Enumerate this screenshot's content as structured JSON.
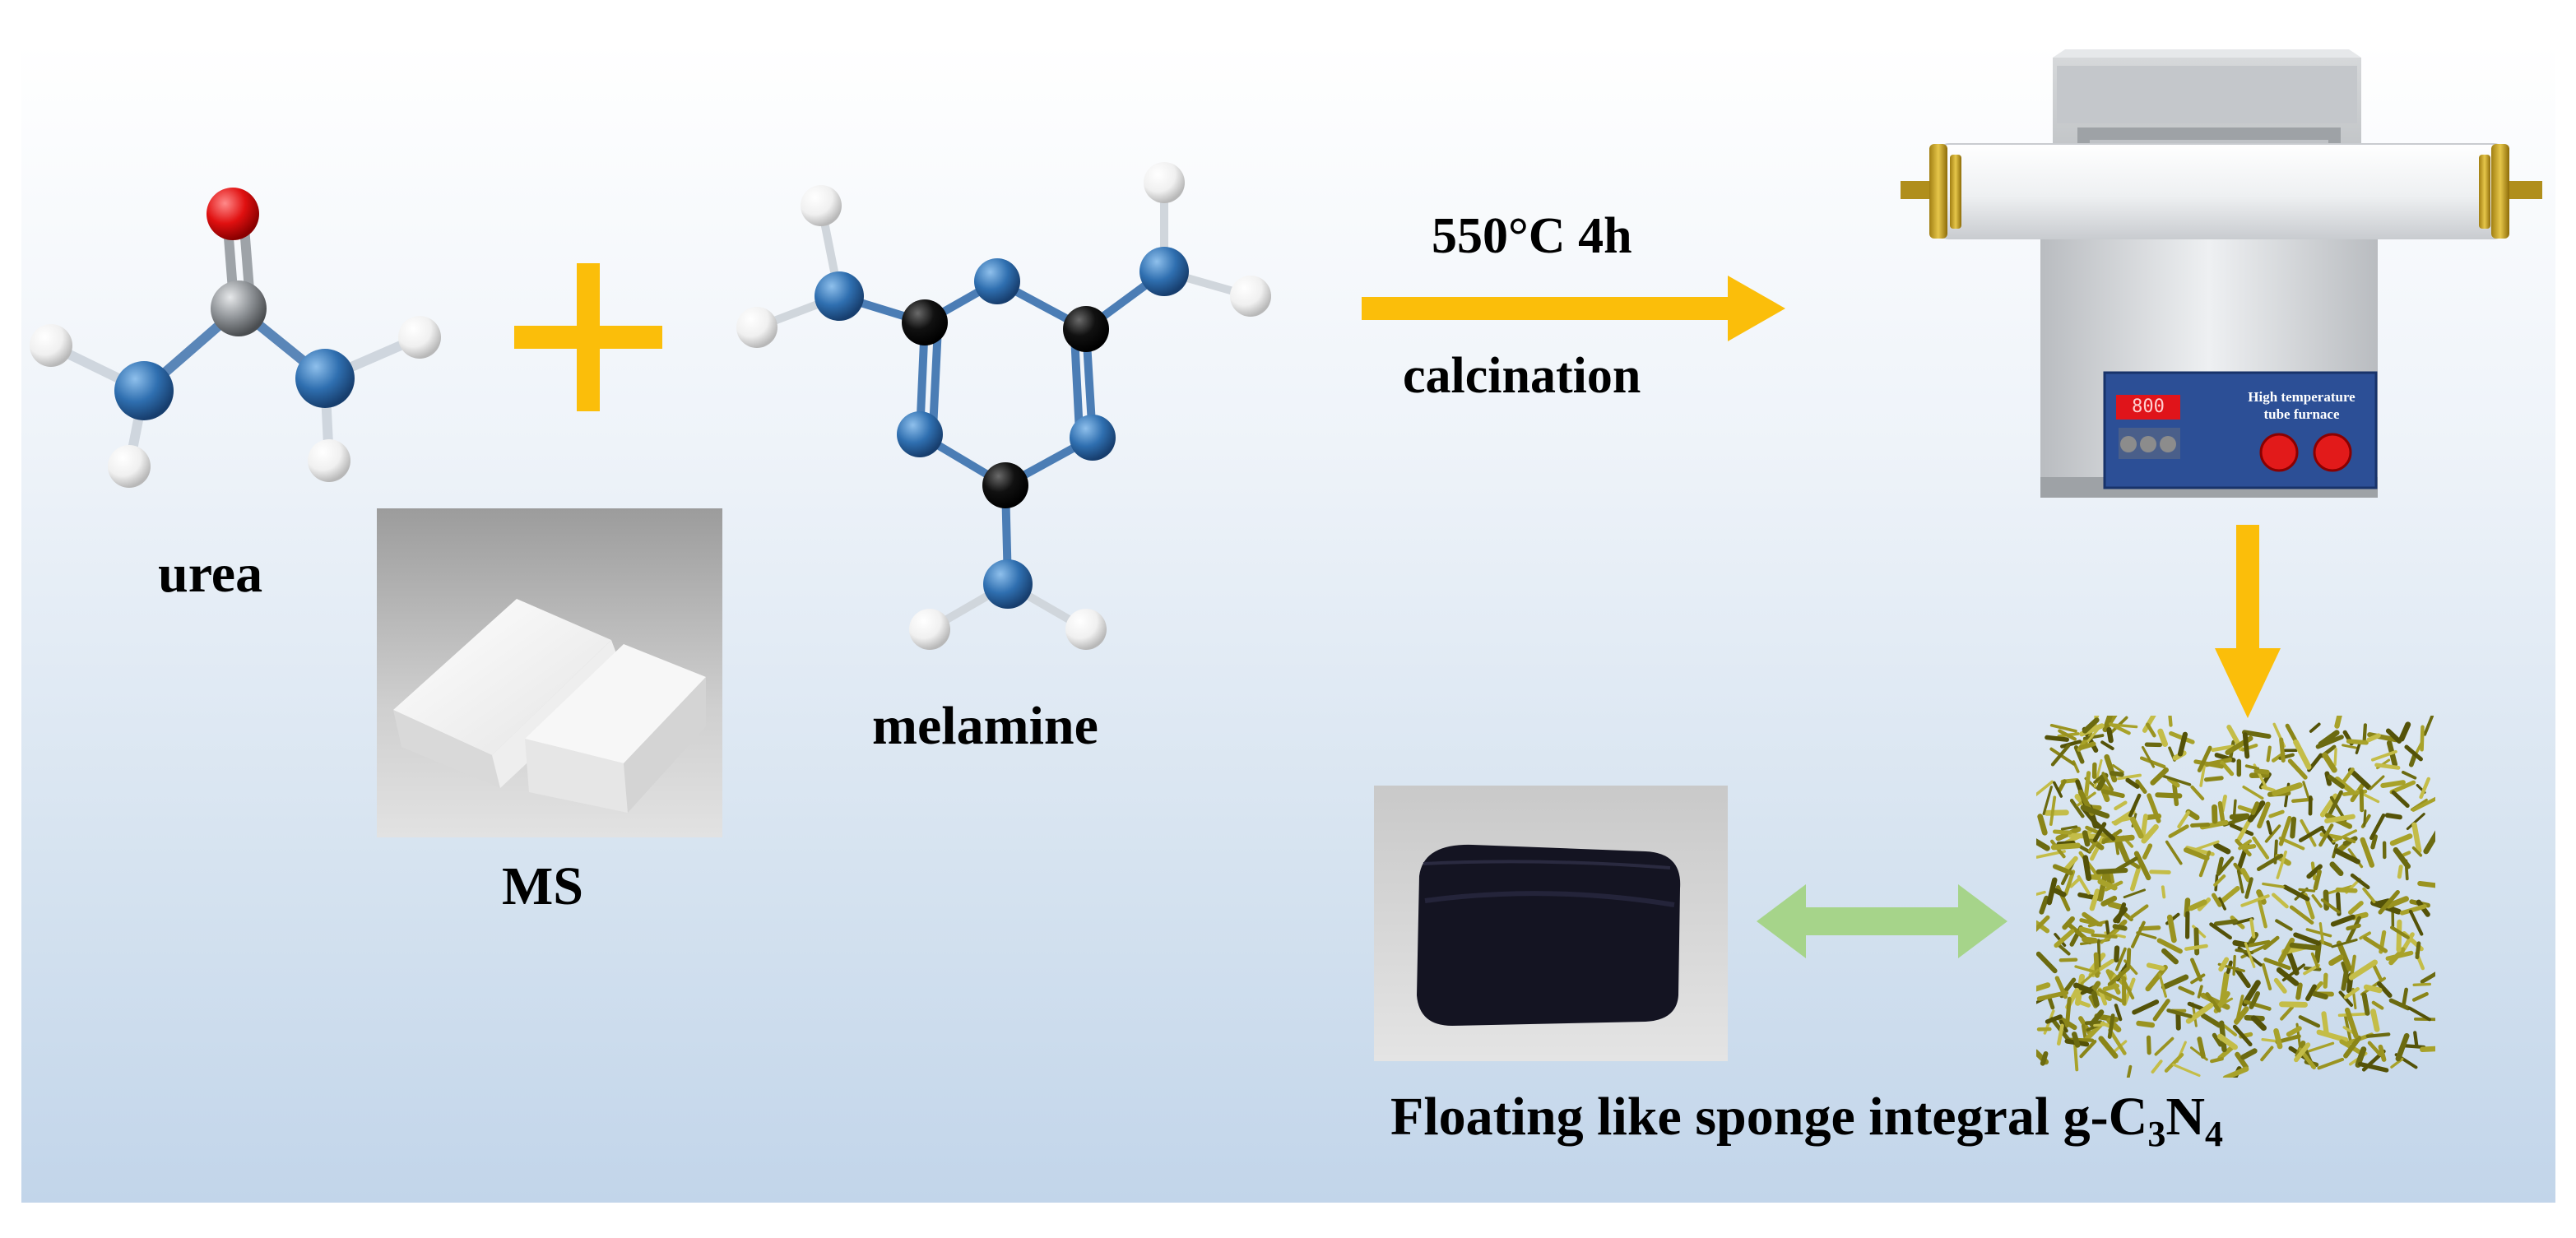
{
  "labels": {
    "urea": "urea",
    "melamine": "melamine",
    "ms": "MS",
    "temperature_time": "550°C 4h",
    "calcination": "calcination",
    "product_prefix": "Floating like sponge integral g-C",
    "product_sub1": "3",
    "product_mid": "N",
    "product_sub2": "4"
  },
  "furnace": {
    "display_value": "800",
    "panel_title_line1": "High temperature",
    "panel_title_line2": "tube furnace"
  },
  "colors": {
    "arrow": "#fbbe0a",
    "double_arrow": "#a6d48a",
    "nitrogen": "#2f6fb0",
    "carbon_urea": "#8e9296",
    "carbon_melamine": "#111111",
    "oxygen": "#e01010",
    "hydrogen": "#f2f2f2",
    "furnace_panel": "#2c4f96",
    "display": "#e0141a"
  },
  "icons": {
    "plus": "plus-icon",
    "process_arrow": "arrow-right-icon",
    "down_arrow": "arrow-down-icon",
    "equivalence": "double-arrow-icon"
  }
}
